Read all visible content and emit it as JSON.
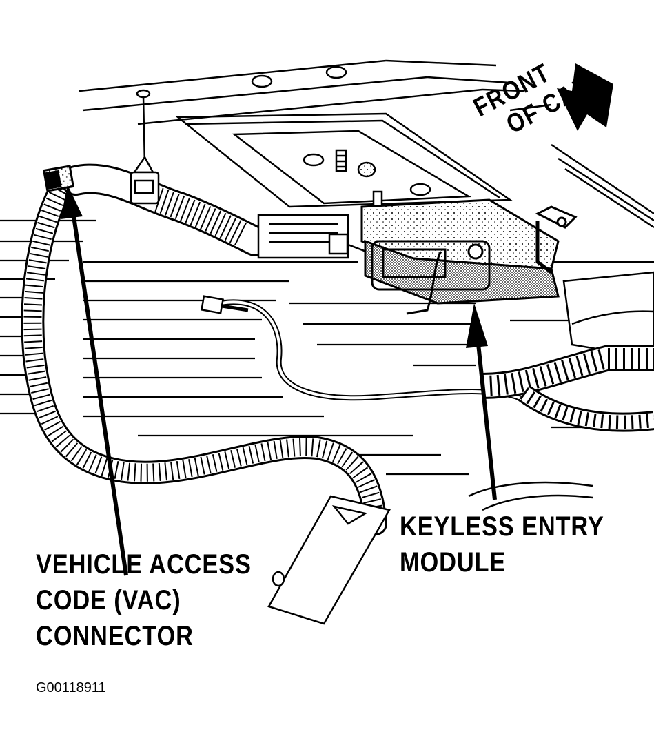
{
  "figure": {
    "id_code": "G00118911",
    "ink_color": "#000000",
    "paper_color": "#ffffff",
    "fill_stipple_color": "#9a9a9a"
  },
  "labels": {
    "vac_connector": [
      "VEHICLE ACCESS",
      "CODE (VAC)",
      "CONNECTOR"
    ],
    "keyless_entry_module": [
      "KEYLESS ENTRY",
      "MODULE"
    ],
    "front_of_car": [
      "FRONT",
      "OF CAR"
    ]
  },
  "callouts": [
    {
      "label": "vac_connector",
      "points_to": "vac-connector-plug"
    },
    {
      "label": "keyless_entry_module",
      "points_to": "keyless-entry-module-body"
    }
  ],
  "direction_indicator": {
    "label": "front_of_car",
    "icon": "direction-arrow-icon"
  }
}
